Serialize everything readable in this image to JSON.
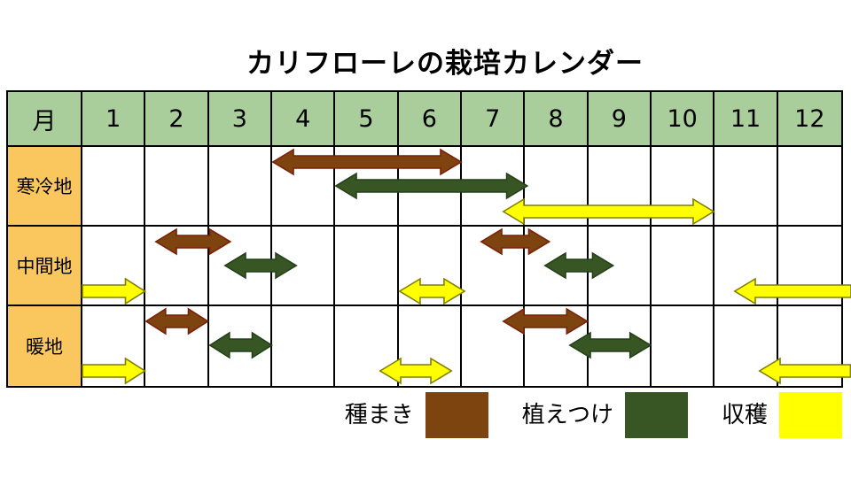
{
  "title": "カリフローレの栽培カレンダー",
  "table": {
    "corner_label": "月",
    "months": [
      "1",
      "2",
      "3",
      "4",
      "5",
      "6",
      "7",
      "8",
      "9",
      "10",
      "11",
      "12"
    ],
    "regions": [
      "寒冷地",
      "中間地",
      "暖地"
    ]
  },
  "colors": {
    "header_bg": "#A9CE9B",
    "region_bg": "#FAC75E",
    "grid_line": "#000000",
    "seeding_fill": "#7D440F",
    "seeding_stroke": "#7A2009",
    "planting_fill": "#375623",
    "planting_stroke": "#24401A",
    "harvest_fill": "#FFFF00",
    "harvest_stroke": "#7F7F00"
  },
  "legend": [
    {
      "label": "種まき",
      "activity": "seeding"
    },
    {
      "label": "植えつけ",
      "activity": "planting"
    },
    {
      "label": "収穫",
      "activity": "harvest"
    }
  ],
  "chart_data": {
    "type": "table",
    "subtype": "cultivation-gantt-calendar",
    "title": "カリフローレの栽培カレンダー",
    "x_unit": "month",
    "x_range": [
      1,
      13
    ],
    "activities": {
      "seeding": "種まき",
      "planting": "植えつけ",
      "harvest": "収穫"
    },
    "rows": [
      {
        "region": "寒冷地",
        "periods": [
          {
            "activity": "seeding",
            "from": 4.0,
            "to": 7.0,
            "heads": "both"
          },
          {
            "activity": "planting",
            "from": 5.0,
            "to": 8.05,
            "heads": "both"
          },
          {
            "activity": "harvest",
            "from": 7.65,
            "to": 11.0,
            "heads": "both"
          }
        ]
      },
      {
        "region": "中間地",
        "periods": [
          {
            "activity": "harvest",
            "from": 1.0,
            "to": 2.0,
            "heads": "right"
          },
          {
            "activity": "seeding",
            "from": 2.15,
            "to": 3.35,
            "heads": "both"
          },
          {
            "activity": "planting",
            "from": 3.25,
            "to": 4.4,
            "heads": "both"
          },
          {
            "activity": "harvest",
            "from": 6.0,
            "to": 7.05,
            "heads": "both"
          },
          {
            "activity": "seeding",
            "from": 7.3,
            "to": 8.4,
            "heads": "both"
          },
          {
            "activity": "planting",
            "from": 8.3,
            "to": 9.4,
            "heads": "both"
          },
          {
            "activity": "harvest",
            "from": 11.3,
            "to": 13.15,
            "heads": "left"
          }
        ]
      },
      {
        "region": "暖地",
        "periods": [
          {
            "activity": "harvest",
            "from": 1.0,
            "to": 2.0,
            "heads": "right"
          },
          {
            "activity": "seeding",
            "from": 2.0,
            "to": 3.0,
            "heads": "both"
          },
          {
            "activity": "planting",
            "from": 3.0,
            "to": 4.0,
            "heads": "both"
          },
          {
            "activity": "harvest",
            "from": 5.7,
            "to": 6.85,
            "heads": "both"
          },
          {
            "activity": "seeding",
            "from": 7.65,
            "to": 9.0,
            "heads": "both"
          },
          {
            "activity": "planting",
            "from": 8.7,
            "to": 10.0,
            "heads": "both"
          },
          {
            "activity": "harvest",
            "from": 11.7,
            "to": 13.15,
            "heads": "left"
          }
        ]
      }
    ],
    "legend": [
      "種まき",
      "植えつけ",
      "収穫"
    ]
  }
}
